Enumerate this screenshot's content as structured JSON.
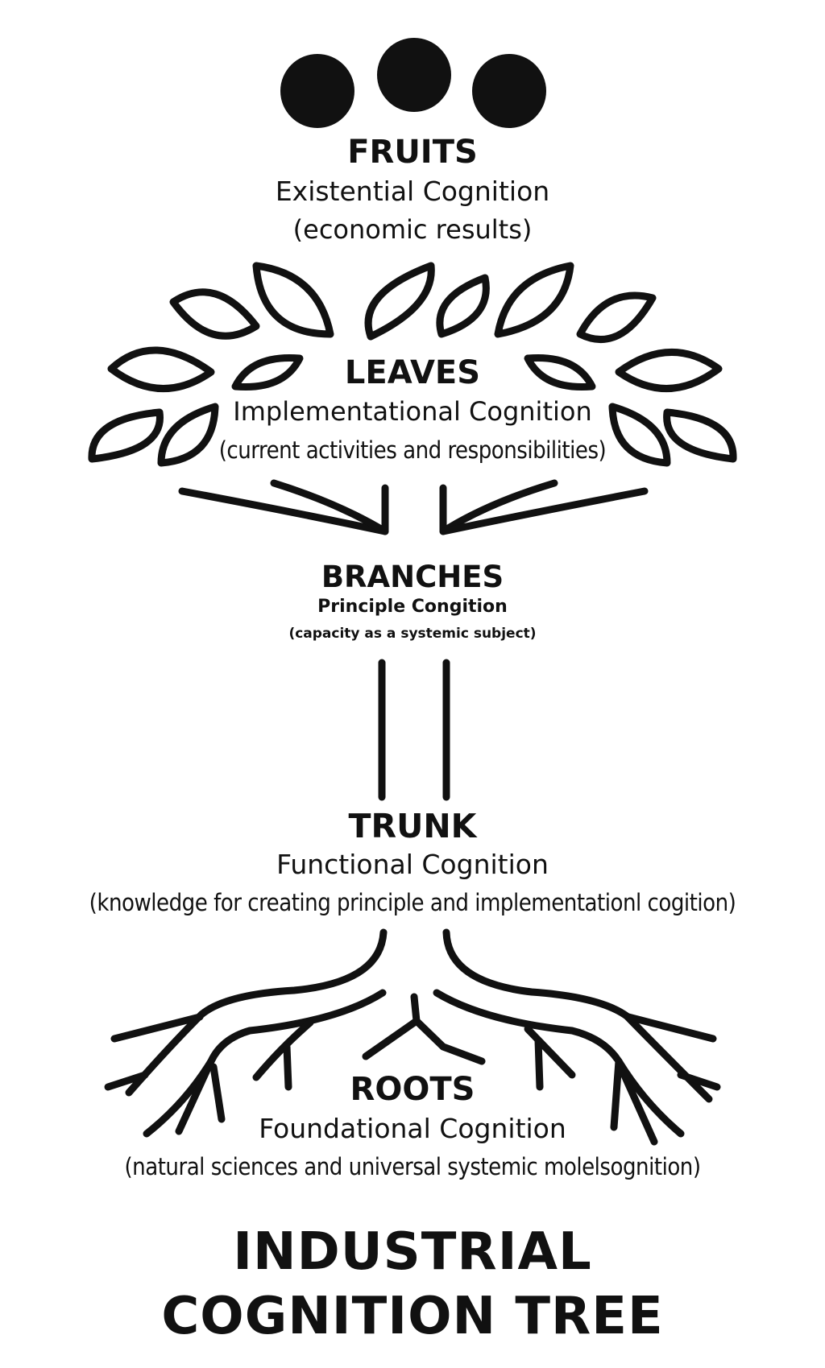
{
  "fruits": {
    "heading": "FRUITS",
    "subtitle": "Existential Cognition",
    "note": "(economic results)"
  },
  "leaves": {
    "heading": "LEAVES",
    "subtitle": "Implementational Cognition",
    "note": "(current activities and responsibilities)"
  },
  "branches": {
    "heading": "BRANCHES",
    "subtitle": "Principle Congition",
    "note": "(capacity as a systemic subject)"
  },
  "trunk": {
    "heading": "TRUNK",
    "subtitle": "Functional Cognition",
    "note": "(knowledge for creating principle and implementationl cogition)"
  },
  "roots": {
    "heading": "ROOTS",
    "subtitle": "Foundational Cognition",
    "note": "(natural sciences and universal systemic molelsognition)"
  },
  "title": {
    "line1": "INDUSTRIAL",
    "line2": "COGNITION TREE"
  },
  "colors": {
    "ink": "#111111",
    "background": "#ffffff"
  }
}
